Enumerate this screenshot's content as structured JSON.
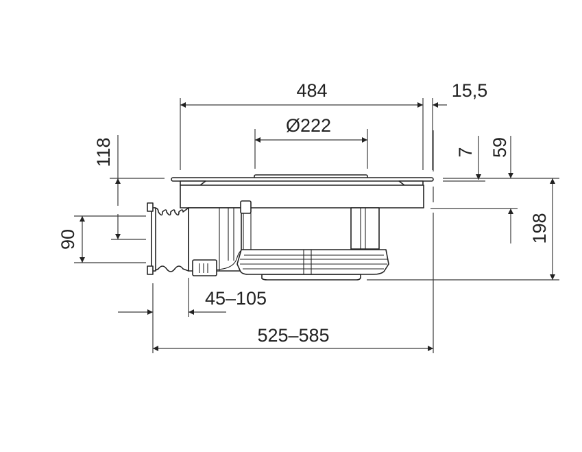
{
  "drawing": {
    "dimensions": {
      "overall_width": "484",
      "rim": "15,5",
      "diameter": "Ø222",
      "left_height": "118",
      "glass_thickness": "7",
      "body_depth": "59",
      "duct_height": "90",
      "total_height": "198",
      "duct_adjust": "45–105",
      "total_depth": "525–585"
    },
    "colors": {
      "line": "#222222",
      "background": "#ffffff"
    }
  }
}
